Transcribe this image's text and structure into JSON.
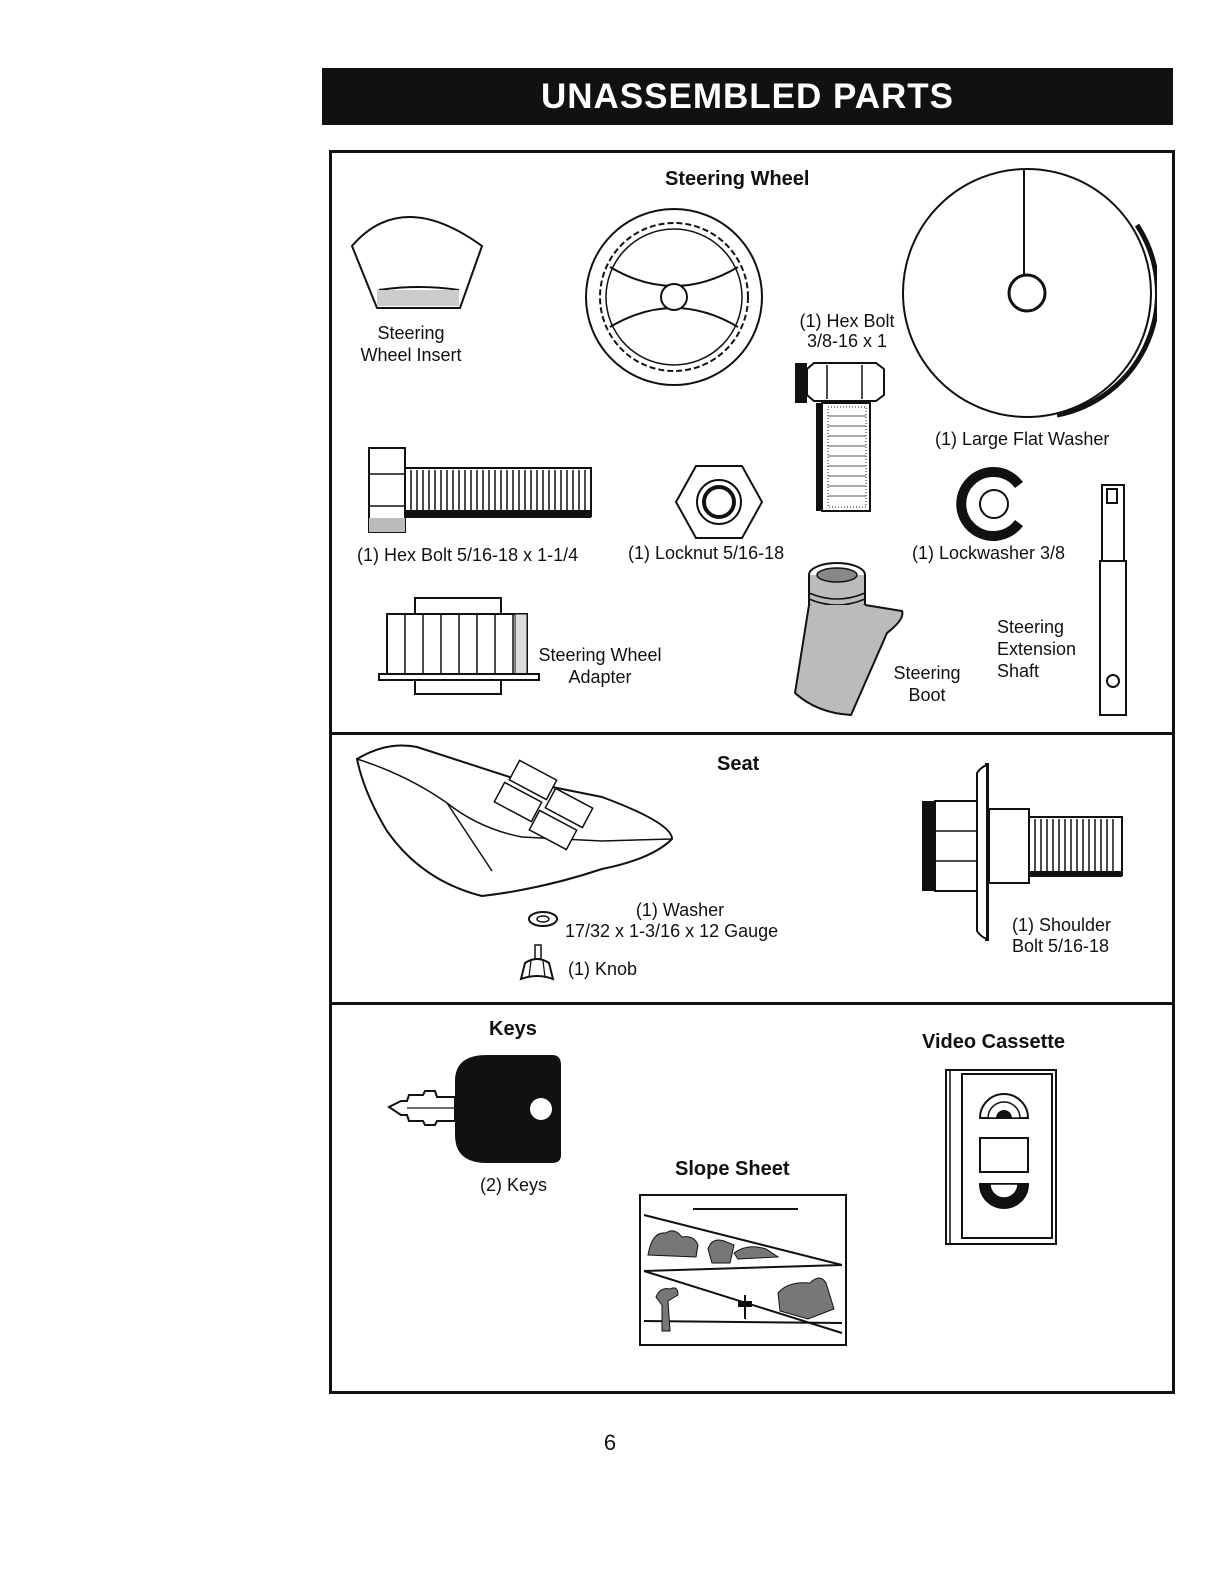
{
  "title": "UNASSEMBLED PARTS",
  "page_number": "6",
  "sections": {
    "steering": {
      "heading": "Steering Wheel",
      "insert_label": [
        "Steering",
        "Wheel Insert"
      ],
      "hex_bolt_large_label": [
        "(1) Hex Bolt",
        "3/8-16 x 1"
      ],
      "flat_washer_label": "(1) Large Flat Washer",
      "hex_bolt_small_label": "(1) Hex Bolt  5/16-18 x 1-1/4",
      "locknut_label": "(1) Locknut  5/16-18",
      "lockwasher_label": "(1) Lockwasher  3/8",
      "adapter_label": [
        "Steering Wheel",
        "Adapter"
      ],
      "boot_label": [
        "Steering",
        "Boot"
      ],
      "shaft_label": [
        "Steering",
        "Extension",
        "Shaft"
      ]
    },
    "seat": {
      "heading": "Seat",
      "washer_label": [
        "(1) Washer",
        "17/32 x 1-3/16 x 12 Gauge"
      ],
      "knob_label": "(1) Knob",
      "shoulder_bolt_label": [
        "(1) Shoulder",
        "Bolt  5/16-18"
      ]
    },
    "misc": {
      "keys_heading": "Keys",
      "keys_label": "(2) Keys",
      "slope_heading": "Slope Sheet",
      "video_heading": "Video Cassette"
    }
  }
}
